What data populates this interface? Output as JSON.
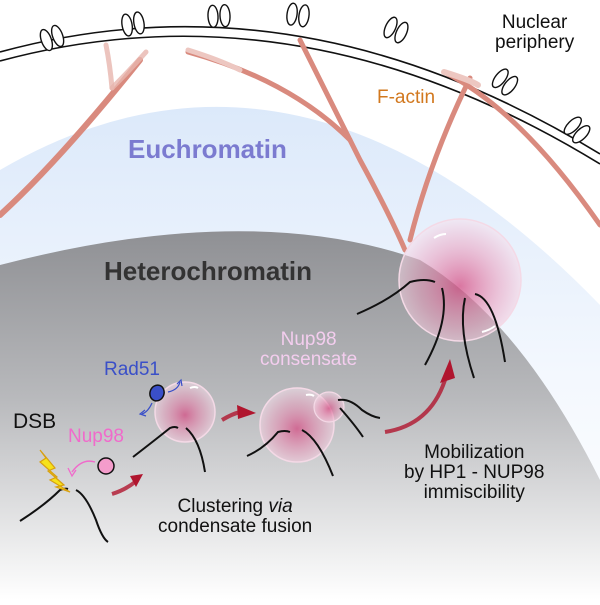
{
  "labels": {
    "nuclear_periphery_line1": "Nuclear",
    "nuclear_periphery_line2": "periphery",
    "f_actin": "F-actin",
    "euchromatin": "Euchromatin",
    "heterochromatin": "Heterochromatin",
    "dsb": "DSB",
    "nup98": "Nup98",
    "rad51": "Rad51",
    "nup98_condensate_line1": "Nup98",
    "nup98_condensate_line2": "consensate",
    "clustering_line1_a": "Clustering ",
    "clustering_line1_b": "via",
    "clustering_line2": "condensate fusion",
    "mobilization_line1": "Mobilization",
    "mobilization_line2": "by HP1 - NUP98",
    "mobilization_line3": "immiscibility"
  },
  "colors": {
    "euchromatin_text": "#7b7bd0",
    "f_actin_text": "#d2781e",
    "heterochromatin_text": "#333333",
    "nup98_text": "#f06acb",
    "rad51_text": "#3a4fc8",
    "condensate_text": "#f3cdee",
    "actin_fill": "#d98a7e",
    "arrow_red": "#b0152e",
    "lightning": "#f6e21a"
  }
}
